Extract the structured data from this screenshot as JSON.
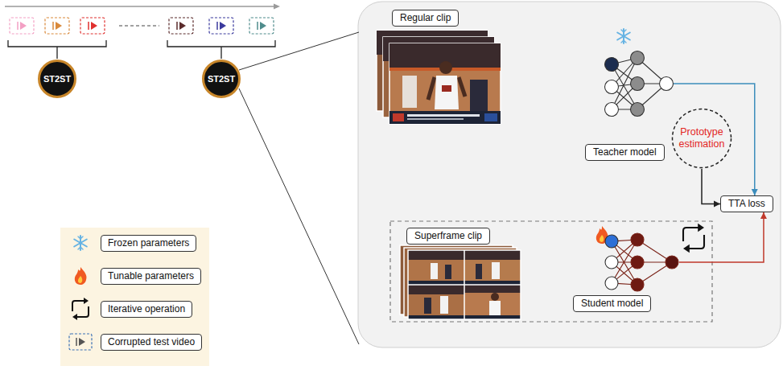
{
  "diagram": {
    "nodes": [
      {
        "text": [
          "ST2ST"
        ]
      },
      {
        "text": [
          "ST2ST"
        ]
      },
      {
        "text": [
          "Regular clip"
        ]
      },
      {
        "text": [
          "Teacher model"
        ]
      },
      {
        "text": [
          "Prototype estimation"
        ]
      },
      {
        "text": [
          "TTA loss"
        ]
      },
      {
        "text": [
          "Superframe clip"
        ]
      },
      {
        "text": [
          "Student model"
        ]
      }
    ],
    "edges": [
      {
        "from": 3,
        "to": 5,
        "arrow": "to"
      },
      {
        "from": 4,
        "to": 5,
        "arrow": "to"
      },
      {
        "from": 7,
        "to": 5,
        "arrow": "to"
      }
    ],
    "legend": [
      {
        "text": "Frozen parameters"
      },
      {
        "text": "Tunable parameters"
      },
      {
        "text": "Iterative operation"
      },
      {
        "text": "Corrupted test video"
      }
    ]
  }
}
